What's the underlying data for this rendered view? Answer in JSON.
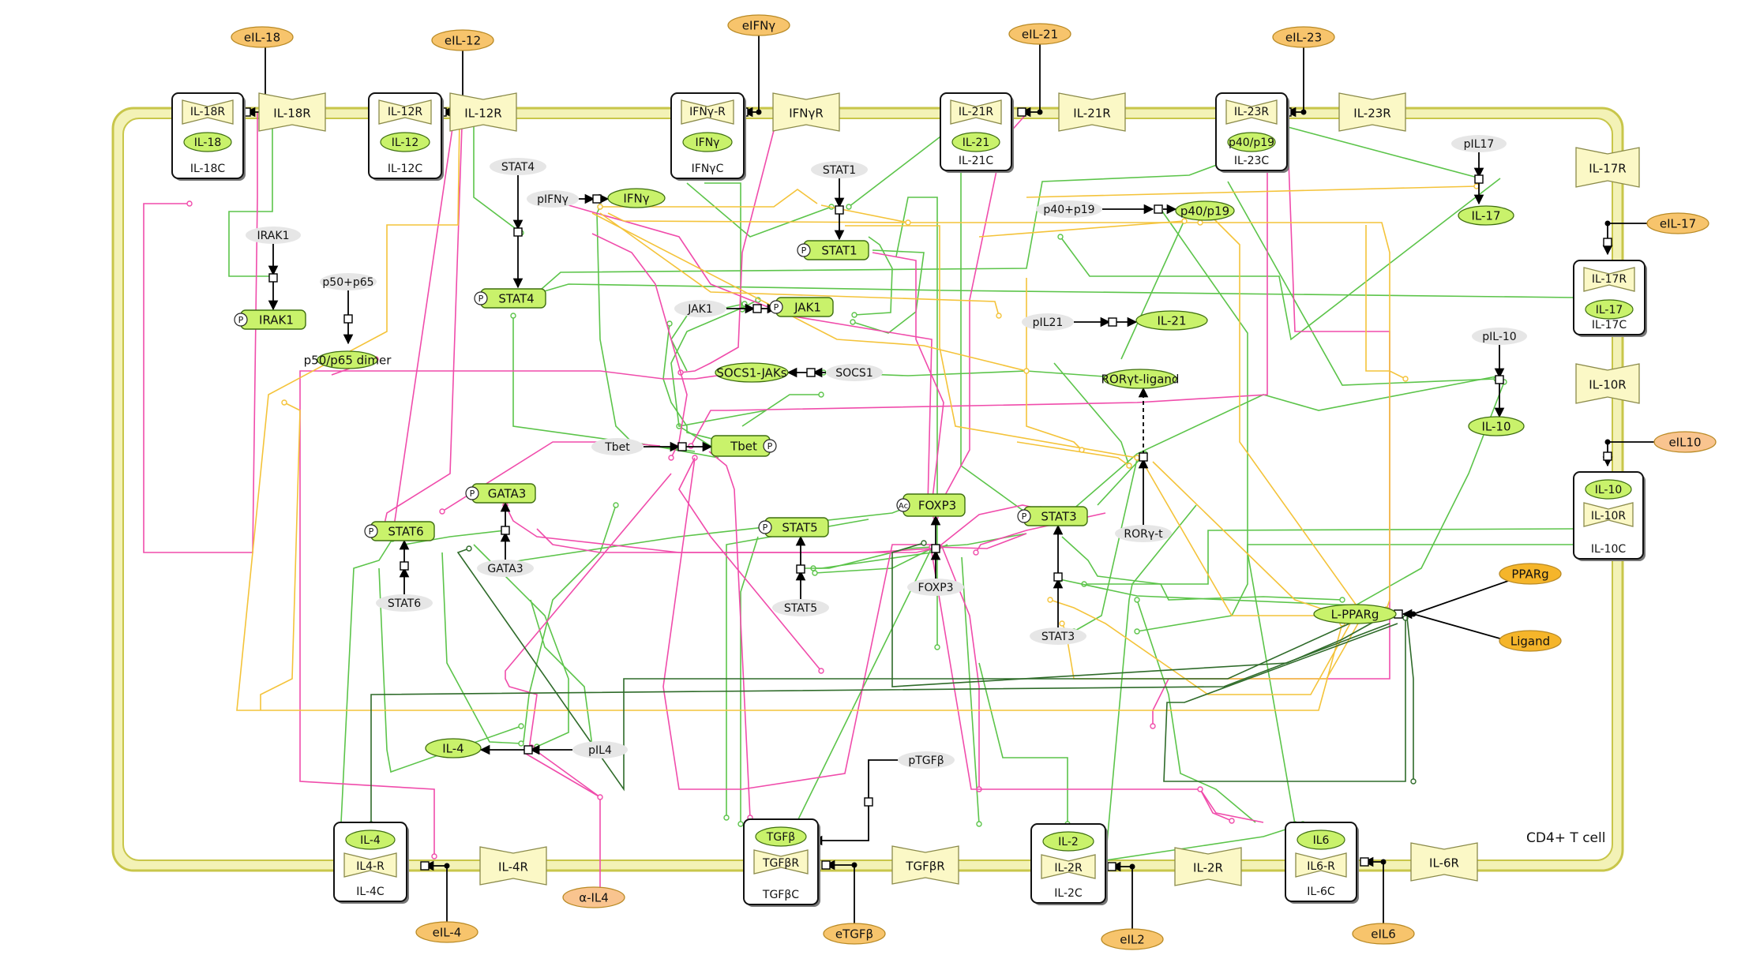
{
  "compartment": {
    "label": "CD4+ T cell"
  },
  "colors": {
    "membrane_fill": "#f3f2b6",
    "membrane_stroke": "#c8c64a",
    "receptor_fill": "#fbf8c6",
    "receptor_stroke": "#8a8a4a",
    "protein_fill": "#c9f26b",
    "protein_stroke": "#3f6f10",
    "ligand_fill": "#f7c46c",
    "ligand_stroke": "#b98a25",
    "neutral_fill": "#e6e6e6",
    "edge_green": "#5cc44a",
    "edge_pink": "#f04cab",
    "edge_yellow": "#f4c33a",
    "edge_darkgreen": "#2f6b2a",
    "edge_black": "#000000"
  },
  "extracellular": [
    {
      "id": "eIL18",
      "label": "eIL-18"
    },
    {
      "id": "eIL12",
      "label": "eIL-12"
    },
    {
      "id": "eIFNg",
      "label": "eIFNγ"
    },
    {
      "id": "eIL21",
      "label": "eIL-21"
    },
    {
      "id": "eIL23",
      "label": "eIL-23"
    },
    {
      "id": "eIL17",
      "label": "eIL-17"
    },
    {
      "id": "eIL10",
      "label": "eIL10"
    },
    {
      "id": "PPARg",
      "label": "PPARg"
    },
    {
      "id": "Ligand",
      "label": "Ligand"
    },
    {
      "id": "eIL4",
      "label": "eIL-4"
    },
    {
      "id": "aIL4",
      "label": "α-IL4"
    },
    {
      "id": "eTGFb",
      "label": "eTGFβ"
    },
    {
      "id": "eIL2",
      "label": "eIL2"
    },
    {
      "id": "eIL6",
      "label": "eIL6"
    }
  ],
  "complexes": [
    {
      "id": "IL18C",
      "label": "IL-18C",
      "receptor": "IL-18R",
      "ligand": "IL-18"
    },
    {
      "id": "IL12C",
      "label": "IL-12C",
      "receptor": "IL-12R",
      "ligand": "IL-12"
    },
    {
      "id": "IFNgC",
      "label": "IFNγC",
      "receptor": "IFNγ-R",
      "ligand": "IFNγ"
    },
    {
      "id": "IL21C",
      "label": "IL-21C",
      "receptor": "IL-21R",
      "ligand": "IL-21"
    },
    {
      "id": "IL23C",
      "label": "IL-23C",
      "receptor": "IL-23R",
      "ligand": "p40/p19"
    },
    {
      "id": "IL17C",
      "label": "IL-17C",
      "receptor": "IL-17R",
      "ligand": "IL-17"
    },
    {
      "id": "IL10C",
      "label": "IL-10C",
      "receptor": "IL-10R",
      "ligand": "IL-10"
    },
    {
      "id": "IL4C",
      "label": "IL-4C",
      "receptor": "IL4-R",
      "ligand": "IL-4"
    },
    {
      "id": "TGFbC",
      "label": "TGFβC",
      "receptor": "TGFβR",
      "ligand": "TGFβ"
    },
    {
      "id": "IL2C",
      "label": "IL-2C",
      "receptor": "IL-2R",
      "ligand": "IL-2"
    },
    {
      "id": "IL6C",
      "label": "IL-6C",
      "receptor": "IL6-R",
      "ligand": "IL6"
    }
  ],
  "receptors": [
    {
      "id": "IL18R",
      "label": "IL-18R"
    },
    {
      "id": "IL12R",
      "label": "IL-12R"
    },
    {
      "id": "IFNgR",
      "label": "IFNγR"
    },
    {
      "id": "IL21R",
      "label": "IL-21R"
    },
    {
      "id": "IL23R",
      "label": "IL-23R"
    },
    {
      "id": "IL17R",
      "label": "IL-17R"
    },
    {
      "id": "IL10R",
      "label": "IL-10R"
    },
    {
      "id": "IL4R",
      "label": "IL-4R"
    },
    {
      "id": "TGFbR",
      "label": "TGFβR"
    },
    {
      "id": "IL2R",
      "label": "IL-2R"
    },
    {
      "id": "IL6R",
      "label": "IL-6R"
    }
  ],
  "proteins": [
    {
      "id": "IRAK1",
      "label": "IRAK1",
      "mod": "P"
    },
    {
      "id": "STAT4",
      "label": "STAT4",
      "mod": "P"
    },
    {
      "id": "STAT1",
      "label": "STAT1",
      "mod": "P"
    },
    {
      "id": "JAK1",
      "label": "JAK1",
      "mod": "P"
    },
    {
      "id": "Tbet",
      "label": "Tbet",
      "mod": "P"
    },
    {
      "id": "GATA3",
      "label": "GATA3",
      "mod": "P"
    },
    {
      "id": "STAT6",
      "label": "STAT6",
      "mod": "P"
    },
    {
      "id": "STAT5",
      "label": "STAT5",
      "mod": "P"
    },
    {
      "id": "FOXP3",
      "label": "FOXP3",
      "mod": "Ac"
    },
    {
      "id": "STAT3",
      "label": "STAT3",
      "mod": "P"
    }
  ],
  "products": [
    {
      "id": "IFNg",
      "label": "IFNγ"
    },
    {
      "id": "p40p19",
      "label": "p40/p19"
    },
    {
      "id": "IL17",
      "label": "IL-17"
    },
    {
      "id": "IL21",
      "label": "IL-21"
    },
    {
      "id": "IL10",
      "label": "IL-10"
    },
    {
      "id": "p50dimer",
      "label": "p50/p65 dimer"
    },
    {
      "id": "SOCS1JAKs",
      "label": "SOCS1-JAKs"
    },
    {
      "id": "RORligand",
      "label": "RORγt-ligand"
    },
    {
      "id": "LPPARg",
      "label": "L-PPARg"
    },
    {
      "id": "IL4",
      "label": "IL-4"
    }
  ],
  "sources": [
    {
      "id": "IRAK1s",
      "label": "IRAK1"
    },
    {
      "id": "p50p65",
      "label": "p50+p65"
    },
    {
      "id": "STAT4s",
      "label": "STAT4"
    },
    {
      "id": "pIFNg",
      "label": "pIFNγ"
    },
    {
      "id": "STAT1s",
      "label": "STAT1"
    },
    {
      "id": "p40p19s",
      "label": "p40+p19"
    },
    {
      "id": "pIL17",
      "label": "pIL17"
    },
    {
      "id": "JAK1s",
      "label": "JAK1"
    },
    {
      "id": "SOCS1",
      "label": "SOCS1"
    },
    {
      "id": "pIL21",
      "label": "pIL21"
    },
    {
      "id": "pIL10",
      "label": "pIL-10"
    },
    {
      "id": "Tbets",
      "label": "Tbet"
    },
    {
      "id": "GATA3s",
      "label": "GATA3"
    },
    {
      "id": "STAT6s",
      "label": "STAT6"
    },
    {
      "id": "STAT5s",
      "label": "STAT5"
    },
    {
      "id": "FOXP3s",
      "label": "FOXP3"
    },
    {
      "id": "STAT3s",
      "label": "STAT3"
    },
    {
      "id": "RORgt",
      "label": "RORγ-t"
    },
    {
      "id": "pIL4",
      "label": "pIL4"
    },
    {
      "id": "pTGFb",
      "label": "pTGFβ"
    }
  ]
}
